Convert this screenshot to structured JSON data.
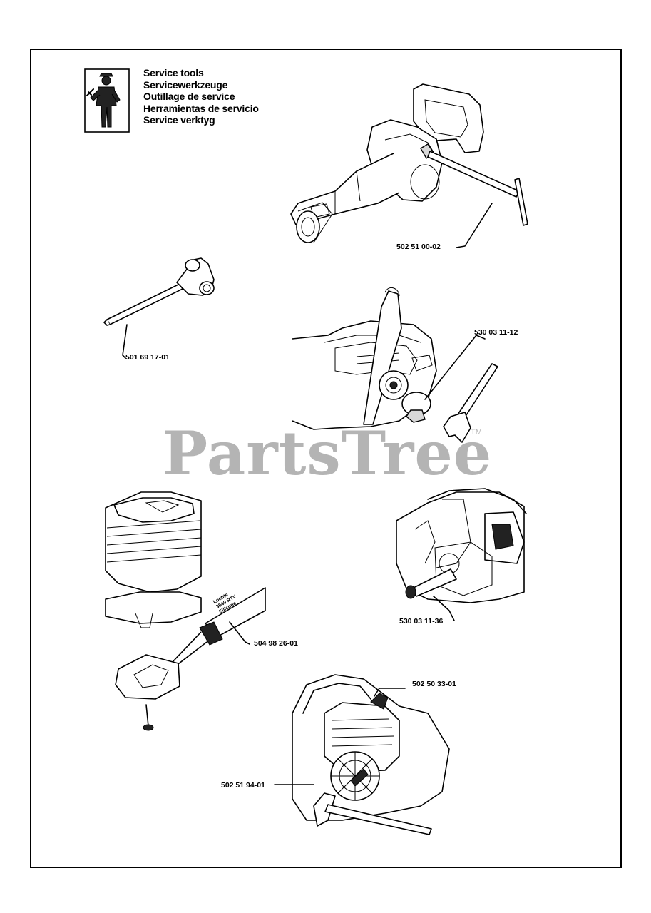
{
  "header": {
    "lines": [
      "Service tools",
      "Servicewerkzeuge",
      "Outillage de service",
      "Herramientas de servicio",
      "Service verktyg"
    ],
    "icon": "mechanic-with-wrench-icon"
  },
  "parts": [
    {
      "id": "tool-1",
      "number": "502 51 00-02"
    },
    {
      "id": "tool-2",
      "number": "501 69 17-01"
    },
    {
      "id": "tool-3",
      "number": "530 03 11-12"
    },
    {
      "id": "tool-4",
      "number": "530 03 11-36"
    },
    {
      "id": "tool-5",
      "number": "504 98 26-01"
    },
    {
      "id": "tool-6",
      "number": "502 50 33-01"
    },
    {
      "id": "tool-7",
      "number": "502 51 94-01"
    }
  ],
  "tube_label": {
    "lines": [
      "Loctite",
      "3540 RTV",
      "Silicone"
    ]
  },
  "watermark": {
    "text": "PartsTree",
    "trademark": "TM"
  },
  "colors": {
    "ink": "#000000",
    "watermark": "#b4b4b4",
    "background": "#ffffff"
  }
}
